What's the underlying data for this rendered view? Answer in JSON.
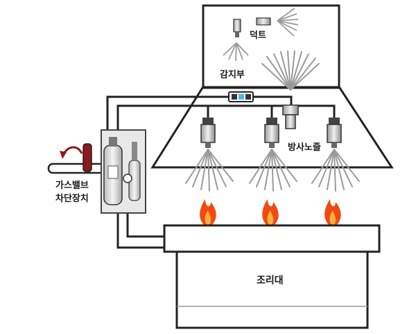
{
  "labels": {
    "duct": "덕트",
    "sensor": "감지부",
    "nozzle": "방사노즐",
    "gas_valve_line1": "가스밸브",
    "gas_valve_line2": "차단장치",
    "cooking_counter": "조리대"
  },
  "colors": {
    "outline": "#222222",
    "flame_outer": "#f04a10",
    "flame_inner": "#fbb03b",
    "valve_arrow": "#8b1a1a",
    "cabinet": "#e8e8e8",
    "spray": "#9a9a9a"
  },
  "icons": [
    "duct-nozzle-icon",
    "sensor-icon",
    "spray-nozzle-icon",
    "flame-icon",
    "extinguisher-cylinder-icon",
    "gas-valve-icon"
  ]
}
